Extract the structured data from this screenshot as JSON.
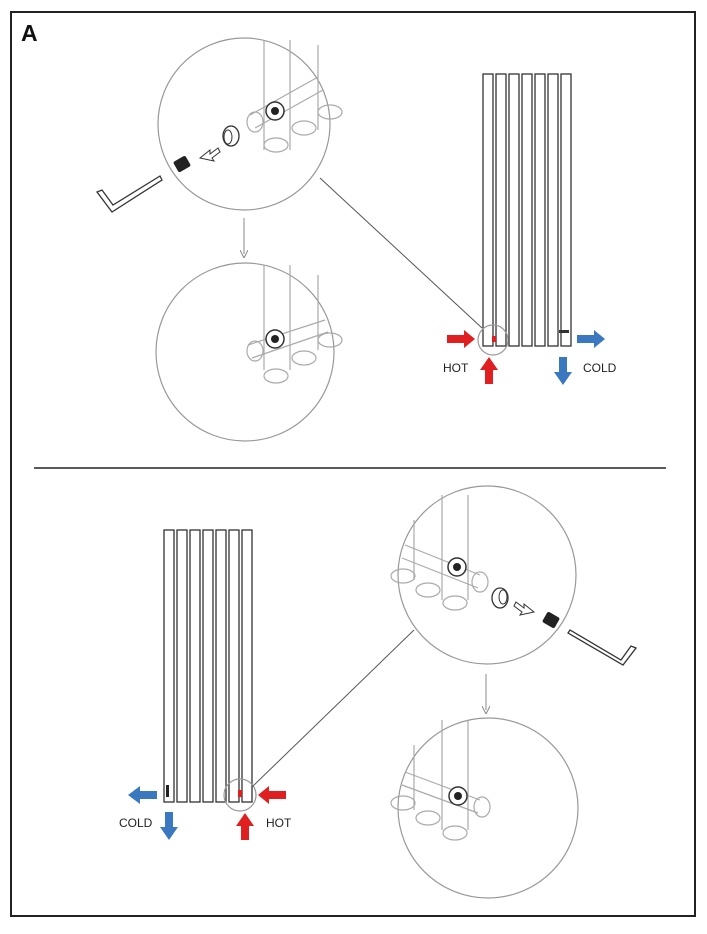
{
  "panel_letter": "A",
  "labels": {
    "top_hot": "HOT",
    "top_cold": "COLD",
    "bottom_cold": "COLD",
    "bottom_hot": "HOT"
  },
  "colors": {
    "hot": "#e02020",
    "cold": "#3a78c0",
    "line": "#333333",
    "circle": "#999999"
  }
}
